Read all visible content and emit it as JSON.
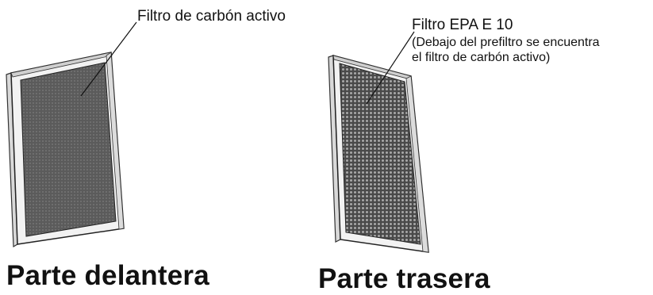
{
  "front_panel": {
    "callout": "Filtro de carbón activo",
    "caption": "Parte delantera"
  },
  "rear_panel": {
    "callout": "Filtro EPA E 10",
    "callout_note_line1": "(Debajo del prefiltro se encuentra",
    "callout_note_line2": "el filtro de carbón activo)",
    "caption": "Parte trasera"
  }
}
